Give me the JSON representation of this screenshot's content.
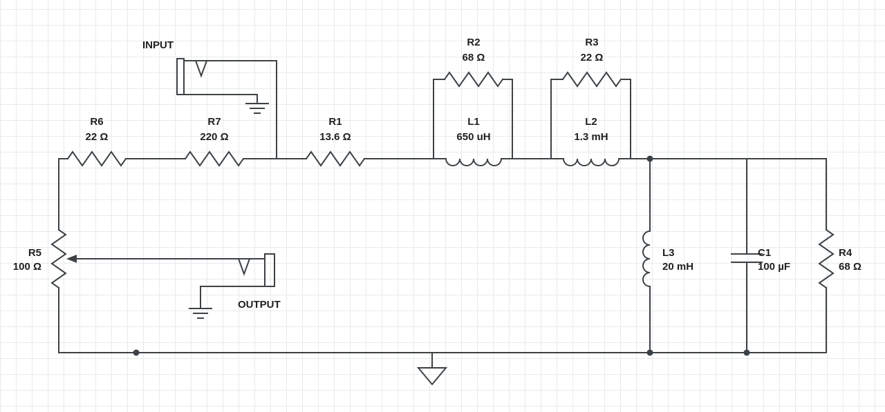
{
  "colors": {
    "background": "#ffffff",
    "grid": "#e8eaeb",
    "wire": "#3c4145",
    "label": "#1f1f1f"
  },
  "ports": {
    "input_label": "INPUT",
    "output_label": "OUTPUT"
  },
  "components": {
    "R6": {
      "name": "R6",
      "value": "22 Ω",
      "type": "resistor"
    },
    "R7": {
      "name": "R7",
      "value": "220 Ω",
      "type": "resistor"
    },
    "R1": {
      "name": "R1",
      "value": "13.6 Ω",
      "type": "resistor"
    },
    "R2": {
      "name": "R2",
      "value": "68 Ω",
      "type": "resistor"
    },
    "R3": {
      "name": "R3",
      "value": "22 Ω",
      "type": "resistor"
    },
    "R4": {
      "name": "R4",
      "value": "68 Ω",
      "type": "resistor"
    },
    "R5": {
      "name": "R5",
      "value": "100 Ω",
      "type": "potentiometer"
    },
    "L1": {
      "name": "L1",
      "value": "650 uH",
      "type": "inductor"
    },
    "L2": {
      "name": "L2",
      "value": "1.3 mH",
      "type": "inductor"
    },
    "L3": {
      "name": "L3",
      "value": "20 mH",
      "type": "inductor"
    },
    "C1": {
      "name": "C1",
      "value": "100 µF",
      "type": "capacitor"
    }
  }
}
